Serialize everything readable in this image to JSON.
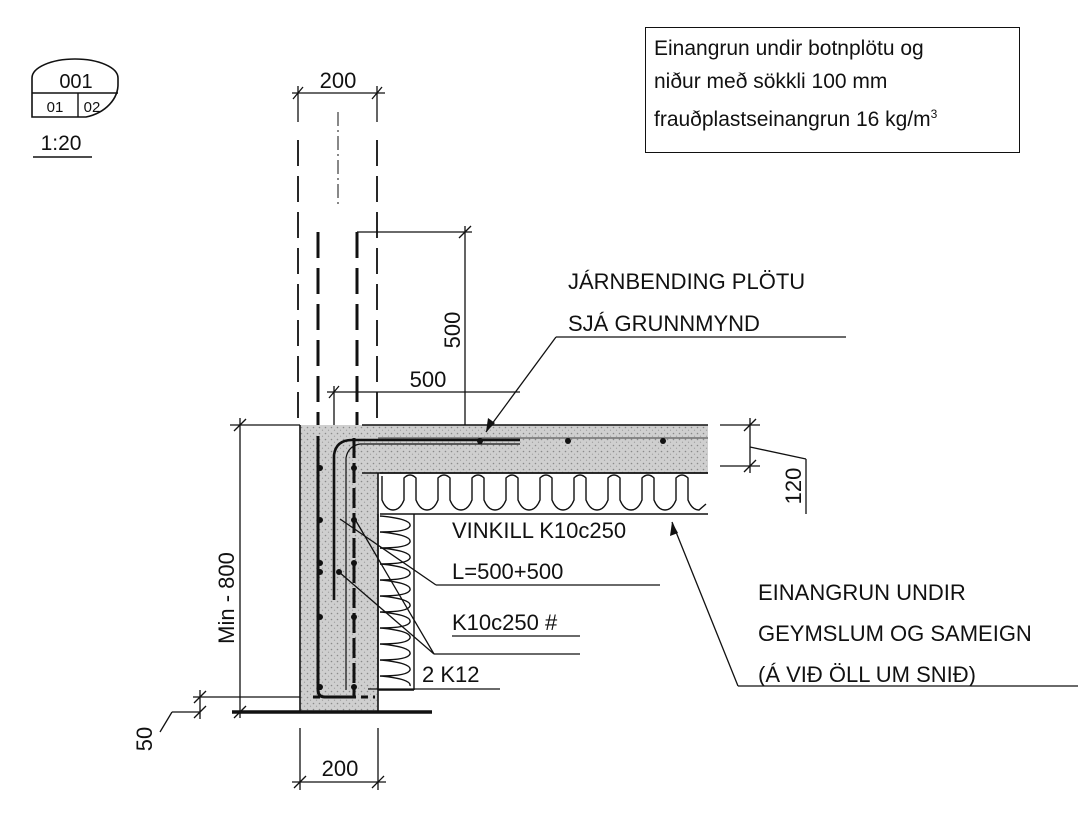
{
  "detail_tag": {
    "number": "001",
    "sheet_left": "01",
    "sheet_right": "02",
    "scale": "1:20"
  },
  "note": {
    "line1": "Einangrun undir botnplötu og",
    "line2": "niður með sökkli 100 mm",
    "line3_prefix": "frauðplastseinangrun 16 kg/m",
    "line3_sup": "3"
  },
  "dimensions": {
    "wall_top_width": "200",
    "bar_leg_vertical": "500",
    "bar_leg_horizontal": "500",
    "foundation_depth": "Min - 800",
    "slab_thickness": "120",
    "below_footing": "50",
    "wall_bottom_width": "200"
  },
  "labels": {
    "slab_reinforcement_line1": "JÁRNBENDING PLÖTU",
    "slab_reinforcement_line2": "SJÁ GRUNNMYND",
    "corner_bar_line1": "VINKILL K10c250",
    "corner_bar_line2": "L=500+500",
    "wall_mesh": "K10c250 #",
    "bottom_bars": "2 K12",
    "insulation_line1": "EINANGRUN UNDIR",
    "insulation_line2": "GEYMSLUM OG SAMEIGN",
    "insulation_line3": "(Á VIÐ ÖLL UM SNIÐ)"
  }
}
